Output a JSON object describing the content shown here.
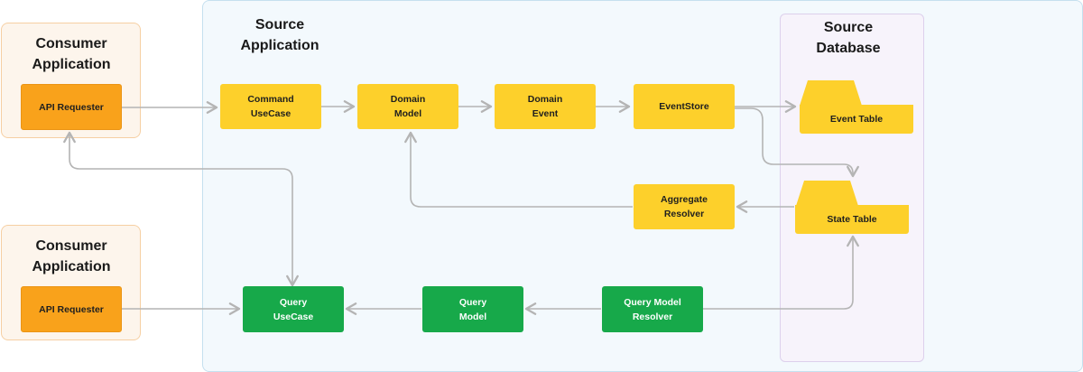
{
  "source_application": {
    "title": [
      "Source",
      "Application"
    ]
  },
  "source_database": {
    "title": [
      "Source",
      "Database"
    ]
  },
  "consumers": [
    {
      "title": [
        "Consumer",
        "Application"
      ],
      "requester": "API Requester"
    },
    {
      "title": [
        "Consumer",
        "Application"
      ],
      "requester": "API Requester"
    }
  ],
  "nodes": {
    "command_usecase": [
      "Command",
      "UseCase"
    ],
    "domain_model": [
      "Domain",
      "Model"
    ],
    "domain_event": [
      "Domain",
      "Event"
    ],
    "event_store": "EventStore",
    "event_table": "Event Table",
    "state_table": "State Table",
    "aggregate_resolver": [
      "Aggregate",
      "Resolver"
    ],
    "query_usecase": [
      "Query",
      "UseCase"
    ],
    "query_model": [
      "Query",
      "Model"
    ],
    "query_model_resolver": [
      "Query Model",
      "Resolver"
    ]
  },
  "colors": {
    "command_side": "#fdd02b",
    "query_side": "#17a94a",
    "requester": "#f9a21b",
    "arrow": "#b4b4b4"
  }
}
